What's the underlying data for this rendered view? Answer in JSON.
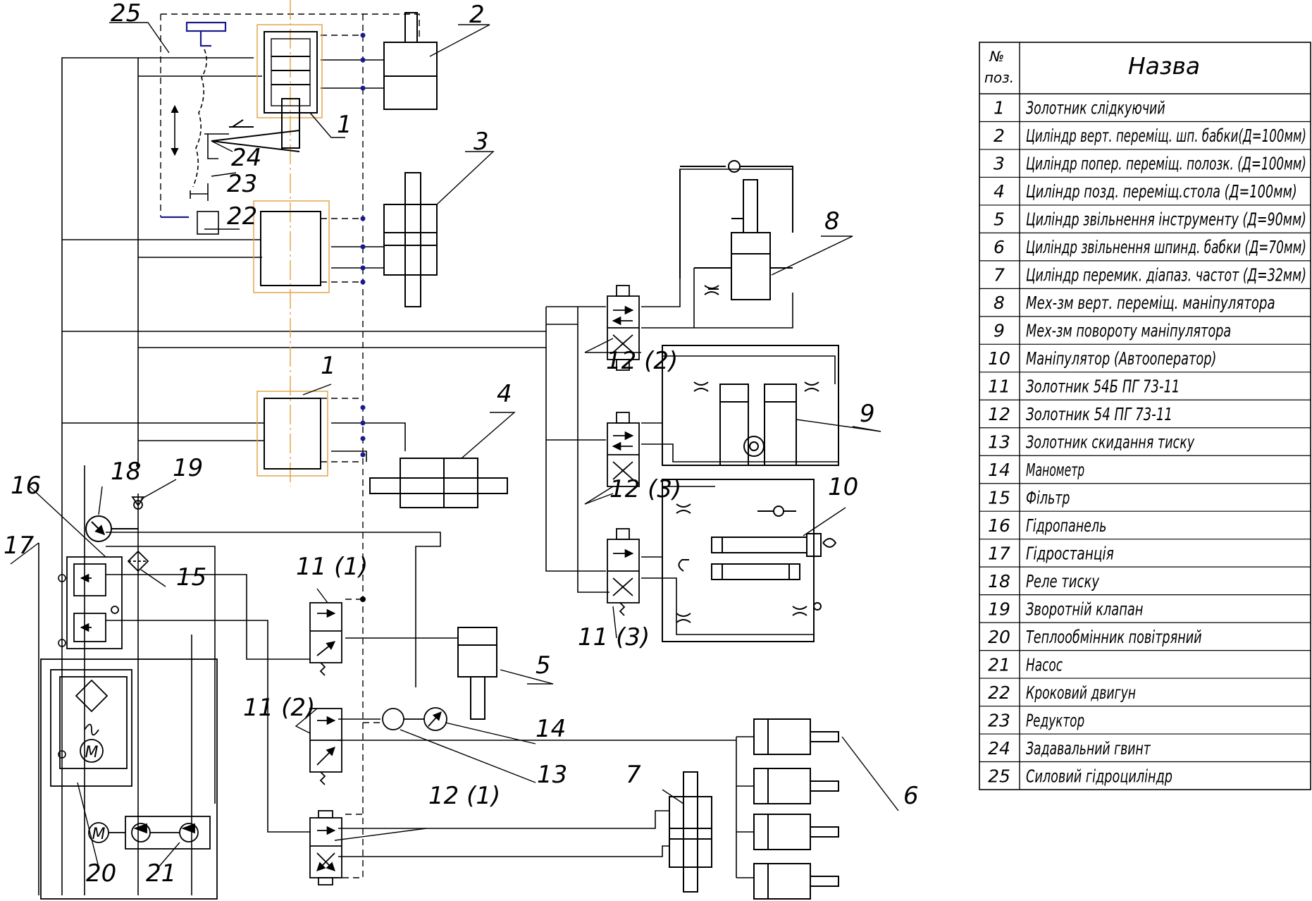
{
  "callouts": {
    "c1a": "1",
    "c1b": "1",
    "c2": "2",
    "c3": "3",
    "c4": "4",
    "c5": "5",
    "c6": "6",
    "c7": "7",
    "c8": "8",
    "c9": "9",
    "c10": "10",
    "c11_1": "11 (1)",
    "c11_2": "11 (2)",
    "c11_3": "11 (3)",
    "c12_1": "12 (1)",
    "c12_2": "12 (2)",
    "c12_3": "12 (3)",
    "c13": "13",
    "c14": "14",
    "c15": "15",
    "c16": "16",
    "c17": "17",
    "c18": "18",
    "c19": "19",
    "c20": "20",
    "c21": "21",
    "c22": "22",
    "c23": "23",
    "c24": "24",
    "c25": "25"
  },
  "motor_symbol": "M",
  "table": {
    "header_pos": "№\nпоз.",
    "header_name": "Назва",
    "rows": [
      {
        "pos": "1",
        "name": "Золотник слідкуючий"
      },
      {
        "pos": "2",
        "name": "Циліндр верт. переміщ. шп. бабки(Д=100мм)"
      },
      {
        "pos": "3",
        "name": "Циліндр попер. переміщ. полозк. (Д=100мм)"
      },
      {
        "pos": "4",
        "name": "Циліндр позд. переміщ.стола (Д=100мм)"
      },
      {
        "pos": "5",
        "name": "Циліндр звільнення інструменту (Д=90мм)"
      },
      {
        "pos": "6",
        "name": "Циліндр звільнення шпинд. бабки (Д=70мм)"
      },
      {
        "pos": "7",
        "name": "Циліндр перемик. діапаз. частот (Д=32мм)"
      },
      {
        "pos": "8",
        "name": "Мех-зм верт. переміщ. маніпулятора"
      },
      {
        "pos": "9",
        "name": "Мех-зм повороту маніпулятора"
      },
      {
        "pos": "10",
        "name": "Маніпулятор (Автооператор)"
      },
      {
        "pos": "11",
        "name": "Золотник 54Б ПГ 73-11"
      },
      {
        "pos": "12",
        "name": "Золотник 54 ПГ 73-11"
      },
      {
        "pos": "13",
        "name": "Золотник скидання тиску"
      },
      {
        "pos": "14",
        "name": "Манометр"
      },
      {
        "pos": "15",
        "name": "Фільтр"
      },
      {
        "pos": "16",
        "name": "Гідропанель"
      },
      {
        "pos": "17",
        "name": "Гідростанція"
      },
      {
        "pos": "18",
        "name": "Реле тиску"
      },
      {
        "pos": "19",
        "name": "Зворотній клапан"
      },
      {
        "pos": "20",
        "name": "Теплообмінник повітряний"
      },
      {
        "pos": "21",
        "name": "Насос"
      },
      {
        "pos": "22",
        "name": "Кроковий двигун"
      },
      {
        "pos": "23",
        "name": "Редуктор"
      },
      {
        "pos": "24",
        "name": "Задавальний гвинт"
      },
      {
        "pos": "25",
        "name": "Силовий гідроциліндр"
      }
    ]
  },
  "colors": {
    "line": "#000000",
    "servo_frame": "#e0a040",
    "axis": "#e0a040",
    "control_blue": "#1a1a8c",
    "port_red": "#cc2222"
  }
}
